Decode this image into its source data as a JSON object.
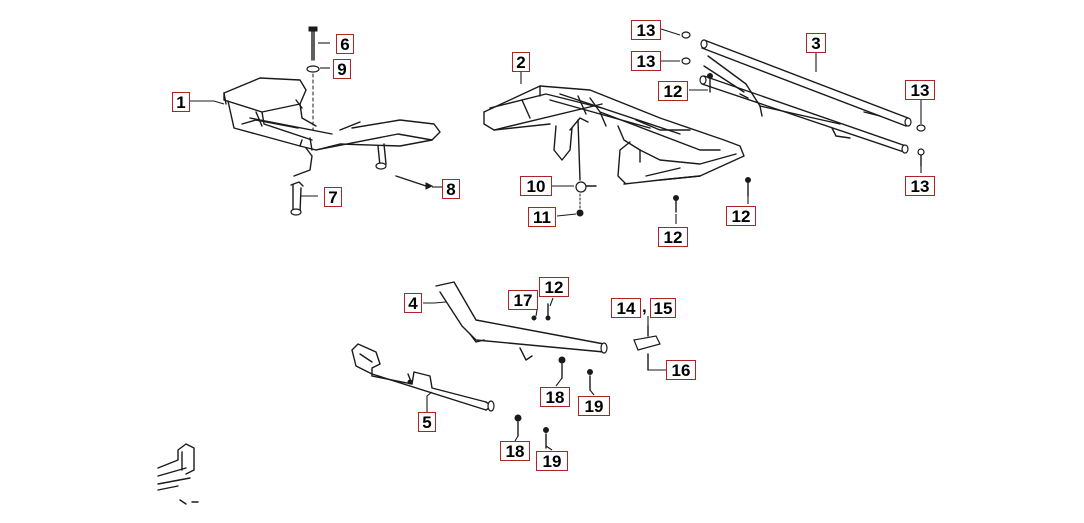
{
  "diagram": {
    "callouts": [
      {
        "id": "c1",
        "label": "1"
      },
      {
        "id": "c2",
        "label": "2"
      },
      {
        "id": "c3",
        "label": "3"
      },
      {
        "id": "c4",
        "label": "4"
      },
      {
        "id": "c5",
        "label": "5"
      },
      {
        "id": "c6",
        "label": "6"
      },
      {
        "id": "c7",
        "label": "7"
      },
      {
        "id": "c8",
        "label": "8"
      },
      {
        "id": "c9",
        "label": "9"
      },
      {
        "id": "c10",
        "label": "10"
      },
      {
        "id": "c11",
        "label": "11"
      },
      {
        "id": "c12a",
        "label": "12"
      },
      {
        "id": "c12b",
        "label": "12"
      },
      {
        "id": "c12c",
        "label": "12"
      },
      {
        "id": "c12d",
        "label": "12"
      },
      {
        "id": "c13a",
        "label": "13"
      },
      {
        "id": "c13b",
        "label": "13"
      },
      {
        "id": "c13c",
        "label": "13"
      },
      {
        "id": "c13d",
        "label": "13"
      },
      {
        "id": "c14",
        "label": "14"
      },
      {
        "id": "c15",
        "label": "15"
      },
      {
        "id": "c16",
        "label": "16"
      },
      {
        "id": "c17",
        "label": "17"
      },
      {
        "id": "c18a",
        "label": "18"
      },
      {
        "id": "c18b",
        "label": "18"
      },
      {
        "id": "c19a",
        "label": "19"
      },
      {
        "id": "c19b",
        "label": "19"
      }
    ],
    "comma": ",",
    "callout_border_color": "#b22222"
  }
}
